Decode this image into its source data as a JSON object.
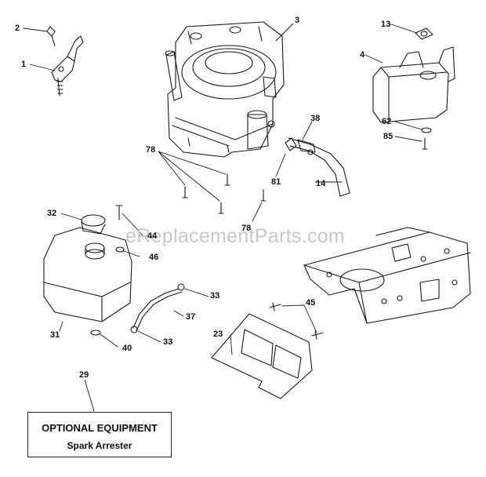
{
  "watermark": "eReplacementParts.com",
  "optional_box": {
    "title": "OPTIONAL EQUIPMENT",
    "subtitle": "Spark Arrester"
  },
  "callouts": {
    "p1": "1",
    "p2": "2",
    "p3": "3",
    "p4": "4",
    "p13": "13",
    "p14": "14",
    "p23": "23",
    "p29": "29",
    "p31": "31",
    "p32": "32",
    "p33a": "33",
    "p33b": "33",
    "p37": "37",
    "p38": "38",
    "p40": "40",
    "p44": "44",
    "p45": "45",
    "p46": "46",
    "p62": "62",
    "p78a": "78",
    "p78b": "78",
    "p81": "81",
    "p85": "85"
  }
}
